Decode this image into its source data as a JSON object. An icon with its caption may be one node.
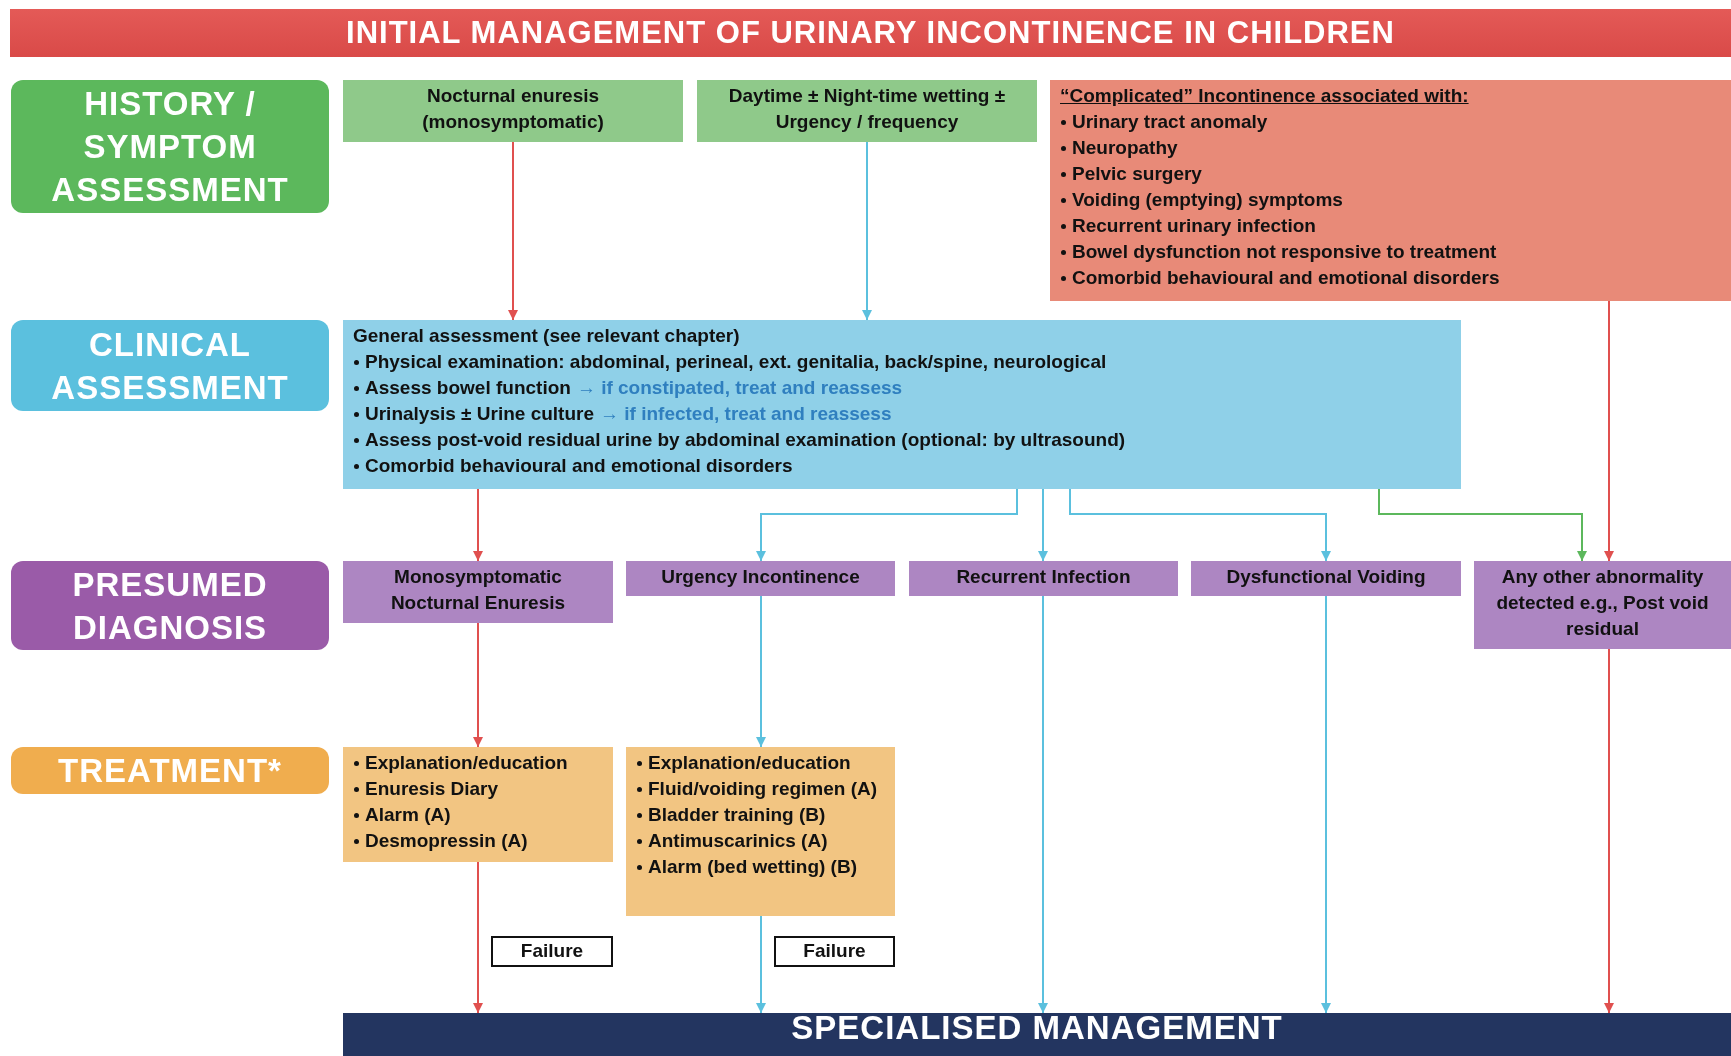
{
  "diagram": {
    "title": "INITIAL MANAGEMENT OF URINARY INCONTINENCE IN CHILDREN",
    "nodes": [
      {
        "text": [
          "HISTORY / SYMPTOM ASSESSMENT"
        ]
      },
      {
        "text": [
          "Nocturnal enuresis (monosymptomatic)"
        ]
      },
      {
        "text": [
          "Daytime ± Night-time wetting ± Urgency / frequency"
        ]
      },
      {
        "text": [
          "“Complicated” Incontinence associated with:",
          "Urinary tract anomaly",
          "Neuropathy",
          "Pelvic surgery",
          "Voiding (emptying) symptoms",
          "Recurrent urinary infection",
          "Bowel dysfunction not responsive to treatment",
          "Comorbid behavioural and emotional disorders"
        ]
      },
      {
        "text": [
          "CLINICAL ASSESSMENT"
        ]
      },
      {
        "text": [
          "General assessment (see relevant chapter)",
          "Physical examination: abdominal, perineal, ext. genitalia, back/spine, neurological",
          "Assess bowel function",
          "→ if constipated, treat and reassess",
          "Urinalysis ± Urine culture",
          "→ if infected, treat and reassess",
          "Assess post-void residual urine by abdominal examination (optional: by ultrasound)",
          "Comorbid behavioural and emotional disorders"
        ]
      },
      {
        "text": [
          "PRESUMED DIAGNOSIS"
        ]
      },
      {
        "text": [
          "Monosymptomatic Nocturnal Enuresis"
        ]
      },
      {
        "text": [
          "Urgency Incontinence"
        ]
      },
      {
        "text": [
          "Recurrent Infection"
        ]
      },
      {
        "text": [
          "Dysfunctional Voiding"
        ]
      },
      {
        "text": [
          "Any other abnormality detected e.g., Post void residual"
        ]
      },
      {
        "text": [
          "TREATMENT*"
        ]
      },
      {
        "text": [
          "Explanation/education",
          "Enuresis Diary",
          "Alarm (A)",
          "Desmopressin (A)"
        ]
      },
      {
        "text": [
          "Explanation/education",
          "Fluid/voiding regimen (A)",
          "Bladder training (B)",
          "Antimuscarinics (A)",
          "Alarm (bed wetting) (B)"
        ]
      },
      {
        "text": [
          "Failure"
        ]
      },
      {
        "text": [
          "Failure"
        ]
      },
      {
        "text": [
          "SPECIALISED MANAGEMENT"
        ]
      }
    ],
    "edges": [
      {
        "from": 1,
        "to": 5,
        "arrow": "to",
        "color": "#e0504f"
      },
      {
        "from": 2,
        "to": 5,
        "arrow": "to"
      },
      {
        "from": 3,
        "to": 11,
        "arrow": "to",
        "color": "#e0504f"
      },
      {
        "from": 5,
        "to": 7,
        "arrow": "to",
        "color": "#e0504f"
      },
      {
        "from": 5,
        "to": 8,
        "arrow": "to"
      },
      {
        "from": 5,
        "to": 9,
        "arrow": "to"
      },
      {
        "from": 5,
        "to": 10,
        "arrow": "to"
      },
      {
        "from": 5,
        "to": 11,
        "arrow": "to",
        "color": "#5cb85c"
      },
      {
        "from": 7,
        "to": 13,
        "arrow": "to",
        "color": "#e0504f"
      },
      {
        "from": 8,
        "to": 14,
        "arrow": "to"
      },
      {
        "from": 13,
        "to": 17,
        "arrow": "to",
        "color": "#e0504f"
      },
      {
        "from": 14,
        "to": 17,
        "arrow": "to"
      },
      {
        "from": 9,
        "to": 17,
        "arrow": "to"
      },
      {
        "from": 10,
        "to": 17,
        "arrow": "to"
      },
      {
        "from": 11,
        "to": 17,
        "arrow": "to",
        "color": "#e0504f"
      }
    ]
  }
}
